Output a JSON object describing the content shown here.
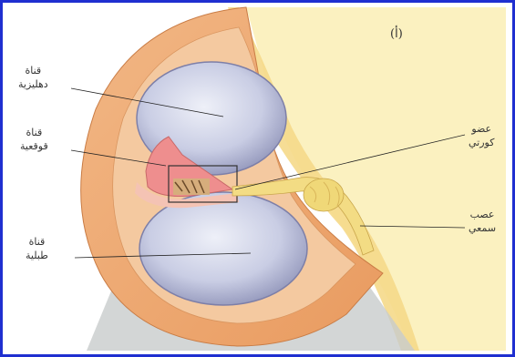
{
  "panel_letter": "(أ)",
  "labels": {
    "vestibular_duct": [
      "قناة",
      "دهليزية"
    ],
    "cochlear_duct": [
      "قناة",
      "قوقعية"
    ],
    "tympanic_duct": [
      "قناة",
      "طبلية"
    ],
    "organ_of_corti": [
      "عضو",
      "كورتي"
    ],
    "auditory_nerve": [
      "عصب",
      "سمعي"
    ]
  },
  "colors": {
    "frame_border": "#1f2fd0",
    "bone_wall": "#f0b27a",
    "bone_inner": "#e89a5e",
    "cavity_fill": "#c7cbe3",
    "cochlear_duct_fill": "#ef8f8f",
    "membrane_pink": "#f4c3b4",
    "nerve_yellow": "#f7e08a",
    "background_tissue": "#fbf3c4"
  }
}
